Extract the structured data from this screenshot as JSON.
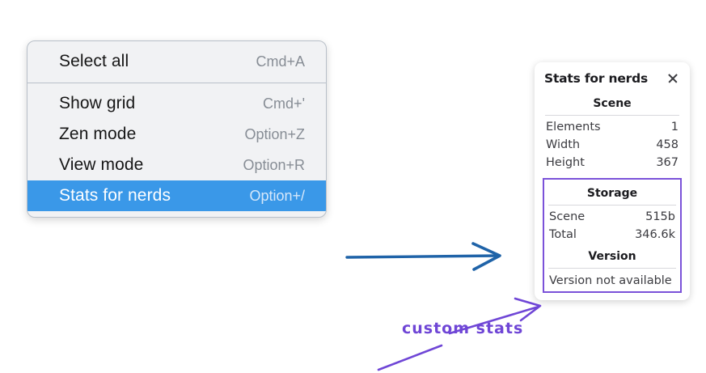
{
  "context_menu": {
    "groups": [
      {
        "items": [
          {
            "label": "Select all",
            "shortcut": "Cmd+A",
            "selected": false
          }
        ]
      },
      {
        "items": [
          {
            "label": "Show grid",
            "shortcut": "Cmd+'",
            "selected": false
          },
          {
            "label": "Zen mode",
            "shortcut": "Option+Z",
            "selected": false
          },
          {
            "label": "View mode",
            "shortcut": "Option+R",
            "selected": false
          },
          {
            "label": "Stats for nerds",
            "shortcut": "Option+/",
            "selected": true
          }
        ]
      }
    ],
    "highlight_color": "#3a98e8"
  },
  "stats_panel": {
    "title": "Stats for nerds",
    "close_icon": "close-icon",
    "scene": {
      "heading": "Scene",
      "rows": [
        {
          "key": "Elements",
          "value": "1"
        },
        {
          "key": "Width",
          "value": "458"
        },
        {
          "key": "Height",
          "value": "367"
        }
      ]
    },
    "storage": {
      "heading": "Storage",
      "rows": [
        {
          "key": "Scene",
          "value": "515b"
        },
        {
          "key": "Total",
          "value": "346.6k"
        }
      ]
    },
    "version": {
      "heading": "Version",
      "note": "Version not available"
    },
    "highlight_color": "#7b52d9"
  },
  "annotations": {
    "custom_stats_label": "custom stats",
    "arrow_blue_color": "#1f63a8",
    "arrow_purple_color": "#6f46d6"
  }
}
